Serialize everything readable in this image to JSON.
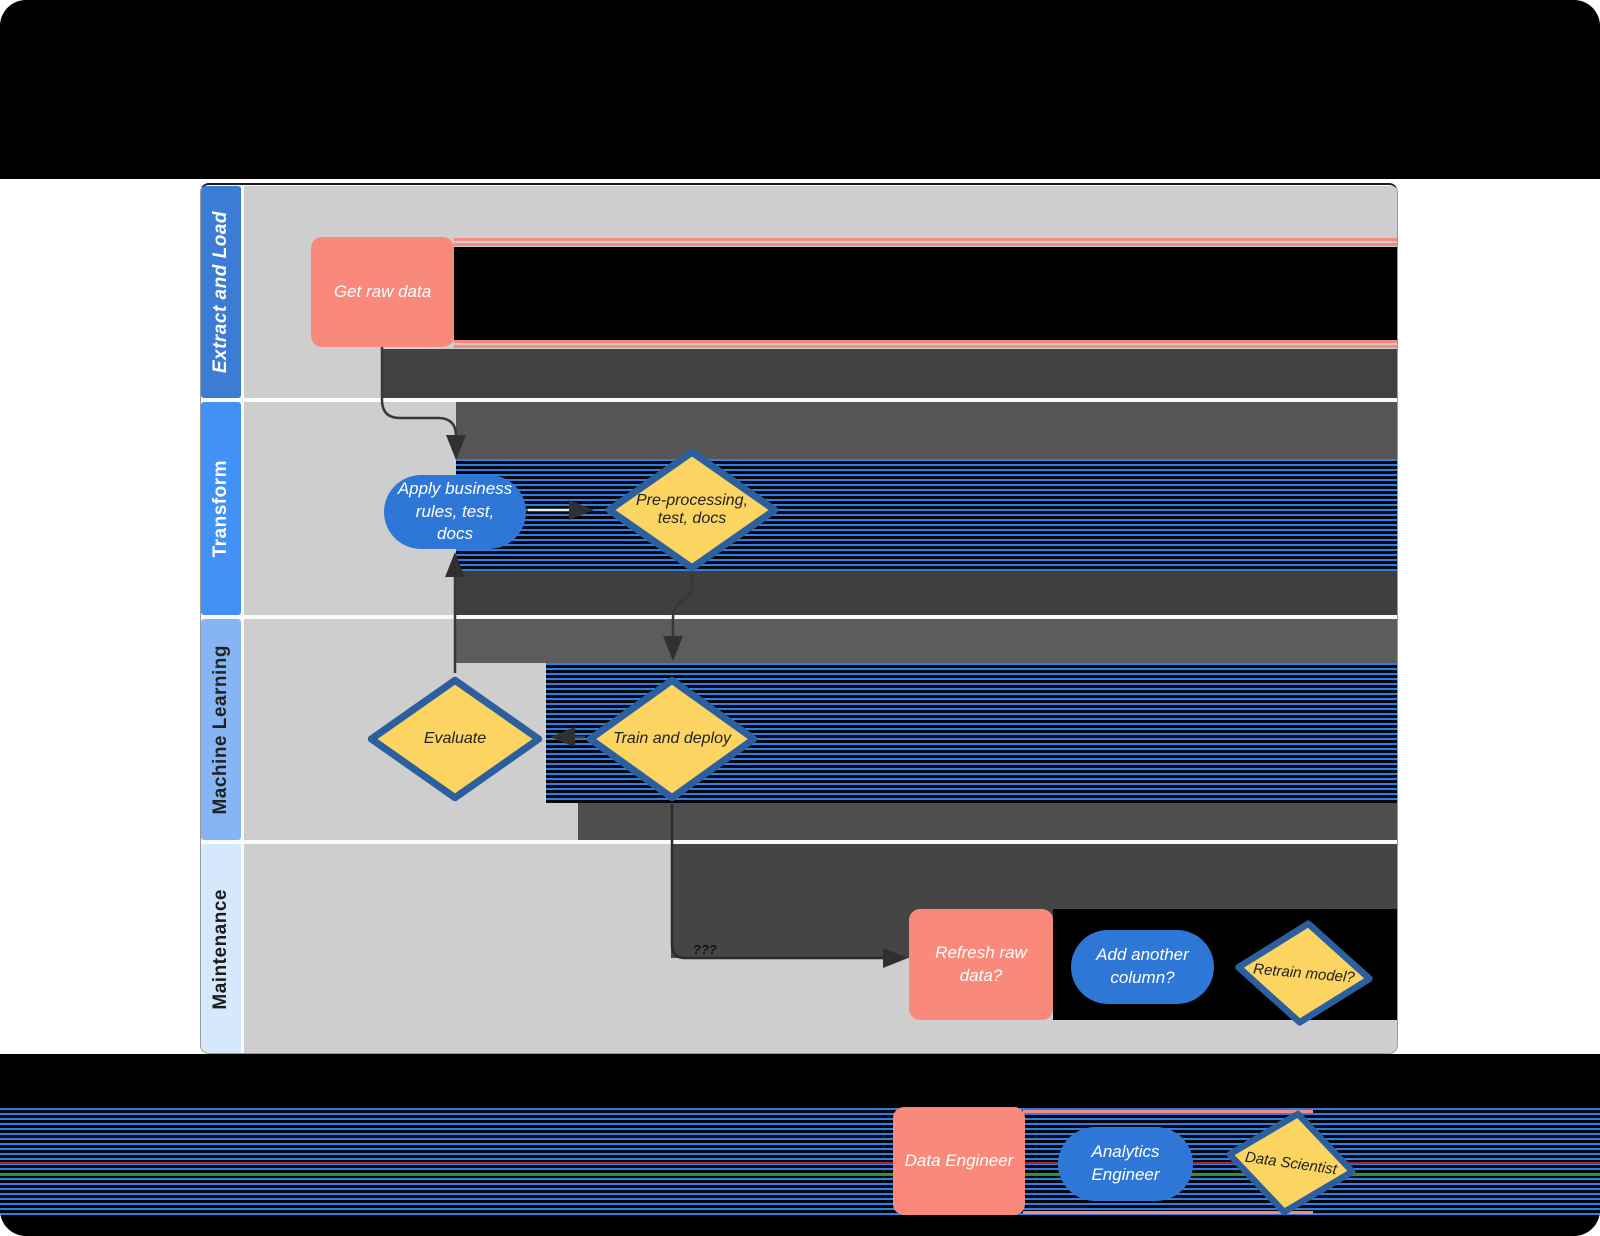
{
  "diagram": {
    "type": "swimlane flowchart"
  },
  "lanes": [
    {
      "label": "Extract and Load",
      "header_color": "#3c7cd4",
      "text_color": "#ffffff"
    },
    {
      "label": "Transform",
      "header_color": "#4292f5",
      "text_color": "#ffffff"
    },
    {
      "label": "Machine Learning",
      "header_color": "#86b5f3",
      "text_color": "#222222"
    },
    {
      "label": "Maintenance",
      "header_color": "#d6e8fb",
      "text_color": "#1c1c1c"
    }
  ],
  "nodes": {
    "get_raw_data": {
      "label": "Get raw data",
      "shape": "rectangle"
    },
    "apply_rules": {
      "label": "Apply business rules, test, docs",
      "shape": "rounded"
    },
    "preprocessing": {
      "label": "Pre-processing, test, docs",
      "shape": "diamond"
    },
    "evaluate": {
      "label": "Evaluate",
      "shape": "diamond"
    },
    "train_deploy": {
      "label": "Train and deploy",
      "shape": "diamond"
    },
    "refresh_raw_data": {
      "label": "Refresh raw data?",
      "shape": "rectangle"
    },
    "add_another_column": {
      "label": "Add another column?",
      "shape": "rounded"
    },
    "retrain_model": {
      "label": "Retrain model?",
      "shape": "diamond"
    }
  },
  "edges": {
    "maintenance_label": "???"
  },
  "legend": {
    "data_engineer": {
      "label": "Data Engineer"
    },
    "analytics_engineer": {
      "label": "Analytics Engineer"
    },
    "data_scientist": {
      "label": "Data Scientist"
    }
  },
  "colors": {
    "process_fill": "#f9897b",
    "rounded_fill": "#2e77d6",
    "decision_fill": "#fcd462",
    "decision_border": "#2b5f9e",
    "lane_body": "#cecece",
    "glitch_black": "#000000",
    "glitch_dark": "#414141",
    "glitch_mid": "#5a5a5a",
    "stripe_blue": "#2f7ee2",
    "backdrop": "#000000"
  }
}
